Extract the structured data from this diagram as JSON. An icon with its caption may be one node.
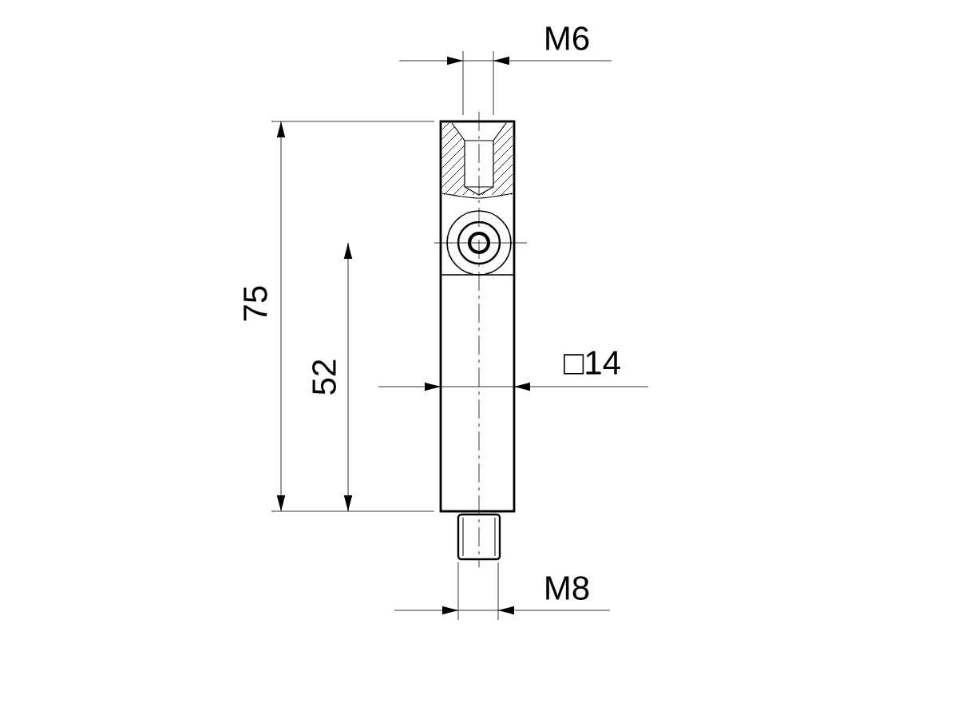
{
  "diagram": {
    "labels": [
      "M6",
      "75",
      "52",
      "□14",
      "M8"
    ]
  }
}
